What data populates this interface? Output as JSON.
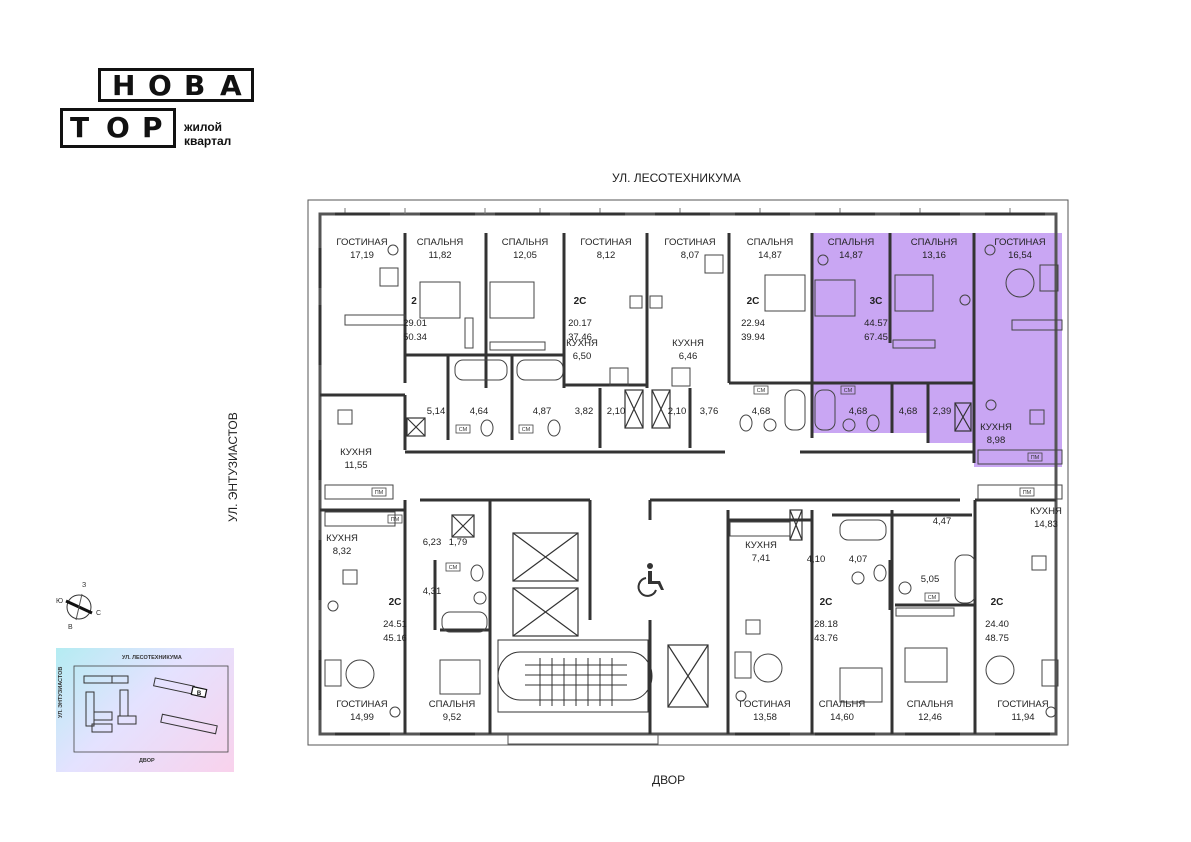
{
  "logo": {
    "row1": [
      "Н",
      "О",
      "В",
      "А"
    ],
    "row2": [
      "Т",
      "О",
      "Р"
    ],
    "subtitle": "жилой\nквартал"
  },
  "streets": {
    "north": "УЛ. ЛЕСОТЕХНИКУМА",
    "south": "ДВОР",
    "west": "УЛ. ЭНТУЗИАСТОВ"
  },
  "highlight_color": "#c9a6f3",
  "apartments": {
    "a1": {
      "type": "2",
      "living": "29.01",
      "total": "50.34",
      "rooms": [
        {
          "name": "ГОСТИНАЯ",
          "area": "17,19"
        },
        {
          "name": "СПАЛЬНЯ",
          "area": "11,82"
        },
        {
          "name": "КУХНЯ",
          "area": "11,55"
        }
      ],
      "wc": "4,64",
      "hall": "5,14"
    },
    "a2": {
      "type": "2С",
      "living": "20.17",
      "total": "37.46",
      "rooms": [
        {
          "name": "СПАЛЬНЯ",
          "area": "12,05"
        },
        {
          "name": "ГОСТИНАЯ",
          "area": "8,12"
        },
        {
          "name": "КУХНЯ",
          "area": "6,50"
        }
      ],
      "wc": "4,87",
      "hall": "3,82",
      "extra": "2,10"
    },
    "a3": {
      "type": "2С",
      "living": "22.94",
      "total": "39.94",
      "rooms": [
        {
          "name": "ГОСТИНАЯ",
          "area": "8,07"
        },
        {
          "name": "СПАЛЬНЯ",
          "area": "14,87"
        },
        {
          "name": "КУХНЯ",
          "area": "6,46"
        }
      ],
      "wc": "4,68",
      "hall": "3,76",
      "extra": "2,10"
    },
    "a4": {
      "type": "3С",
      "living": "44.57",
      "total": "67.45",
      "rooms": [
        {
          "name": "СПАЛЬНЯ",
          "area": "14,87"
        },
        {
          "name": "СПАЛЬНЯ",
          "area": "13,16"
        },
        {
          "name": "ГОСТИНАЯ",
          "area": "16,54"
        },
        {
          "name": "КУХНЯ",
          "area": "8,98"
        }
      ],
      "wc": "4,68",
      "hall": "4,68",
      "extra": "2,39"
    },
    "a5": {
      "type": "2С",
      "living": "24.51",
      "total": "45.16",
      "rooms": [
        {
          "name": "КУХНЯ",
          "area": "8,32"
        },
        {
          "name": "ГОСТИНАЯ",
          "area": "14,99"
        },
        {
          "name": "СПАЛЬНЯ",
          "area": "9,52"
        }
      ],
      "wc": "4,31",
      "hall": "6,23",
      "extra": "1,79"
    },
    "a6": {
      "type": "2С",
      "living": "28.18",
      "total": "43.76",
      "rooms": [
        {
          "name": "КУХНЯ",
          "area": "7,41"
        },
        {
          "name": "ГОСТИНАЯ",
          "area": "13,58"
        },
        {
          "name": "СПАЛЬНЯ",
          "area": "14,60"
        }
      ],
      "wc": "4,07",
      "hall": "4,10"
    },
    "a7": {
      "type": "2С",
      "living": "24.40",
      "total": "48.75",
      "rooms": [
        {
          "name": "КУХНЯ",
          "area": "14,83"
        },
        {
          "name": "СПАЛЬНЯ",
          "area": "12,46"
        },
        {
          "name": "ГОСТИНАЯ",
          "area": "11,94"
        }
      ],
      "wc": "5,05",
      "hall": "4,47"
    }
  },
  "fixture_labels": {
    "washer": "СМ",
    "dishwasher": "ПМ"
  },
  "compass": {
    "n": "З",
    "s": "В",
    "e": "С",
    "w": "Ю"
  },
  "keymap": {
    "north": "УЛ. ЛЕСОТЕХНИКУМА",
    "south": "ДВОР",
    "west": "УЛ. ЭНТУЗИАСТОВ",
    "building": "В"
  }
}
